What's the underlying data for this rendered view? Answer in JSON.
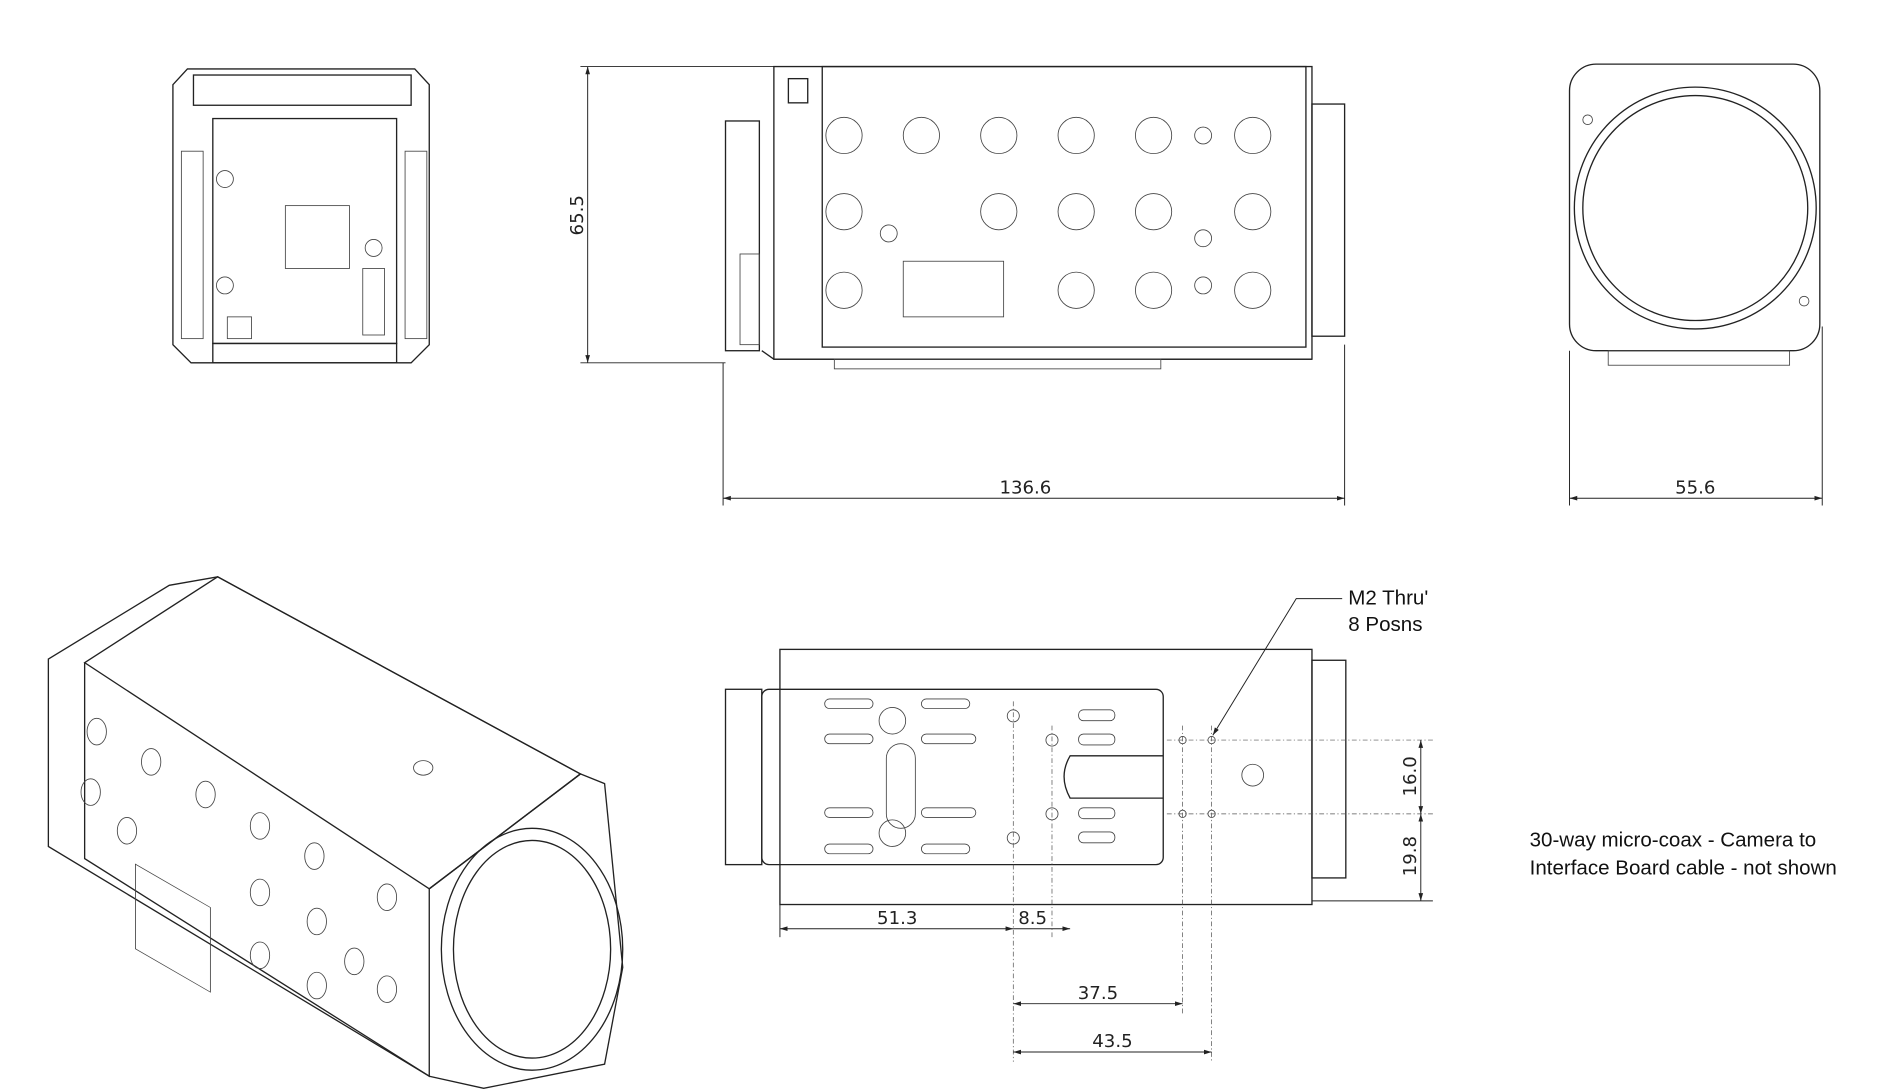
{
  "dimensions": {
    "height": "65.5",
    "length": "136.6",
    "width": "55.6",
    "mount_offset": "51.3",
    "hole_pitch_x1": "8.5",
    "hole_span_1": "37.5",
    "hole_span_2": "43.5",
    "hole_pitch_y": "16.0",
    "hole_offset_y": "19.8"
  },
  "callout": {
    "line1": "M2 Thru'",
    "line2": "8 Posns"
  },
  "note": {
    "line1": "30-way micro-coax - Camera to",
    "line2": "Interface Board cable - not shown"
  },
  "colors": {
    "line": "#222222",
    "background": "#ffffff"
  }
}
